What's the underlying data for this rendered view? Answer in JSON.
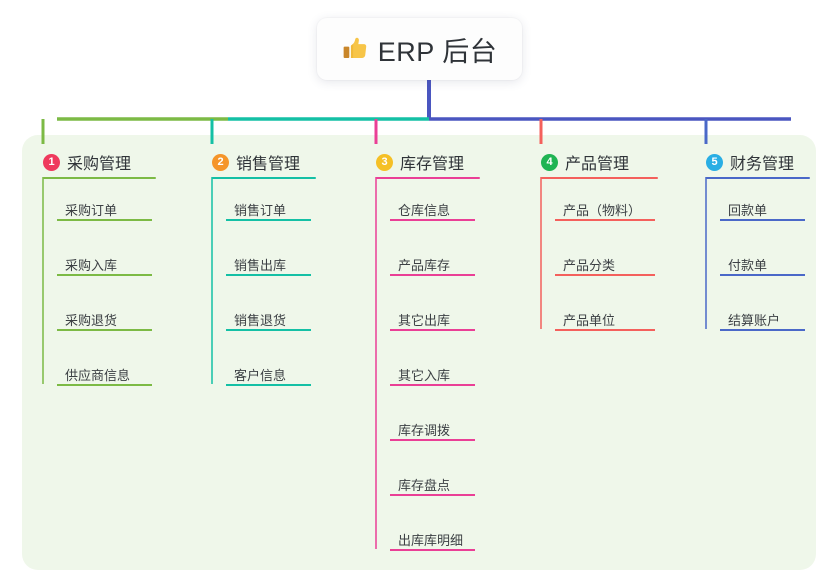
{
  "diagram": {
    "type": "org-tree",
    "root": {
      "icon": "thumbs-up-emoji",
      "title": "ERP 后台"
    },
    "panel_color": "#eff7ea",
    "branches": [
      {
        "number": "1",
        "label": "采购管理",
        "badge_color": "#ef3a5d",
        "line_color": "#7cba45",
        "items": [
          "采购订单",
          "采购入库",
          "采购退货",
          "供应商信息"
        ]
      },
      {
        "number": "2",
        "label": "销售管理",
        "badge_color": "#f5952a",
        "line_color": "#14c0a5",
        "items": [
          "销售订单",
          "销售出库",
          "销售退货",
          "客户信息"
        ]
      },
      {
        "number": "3",
        "label": "库存管理",
        "badge_color": "#f5c026",
        "line_color": "#ea3f96",
        "items": [
          "仓库信息",
          "产品库存",
          "其它出库",
          "其它入库",
          "库存调拨",
          "库存盘点",
          "出库库明细"
        ]
      },
      {
        "number": "4",
        "label": "产品管理",
        "badge_color": "#1fb453",
        "line_color": "#f4605c",
        "items": [
          "产品（物料）",
          "产品分类",
          "产品单位"
        ]
      },
      {
        "number": "5",
        "label": "财务管理",
        "badge_color": "#29aee4",
        "line_color": "#4a68c8",
        "items": [
          "回款单",
          "付款单",
          "结算账户"
        ]
      }
    ],
    "trunk_color": "#4a56c0",
    "bus_segments": [
      {
        "color": "#7cba45",
        "from": 57,
        "to": 228
      },
      {
        "color": "#14c0a5",
        "from": 228,
        "to": 429
      },
      {
        "color": "#4a56c0",
        "from": 429,
        "to": 791
      }
    ]
  }
}
